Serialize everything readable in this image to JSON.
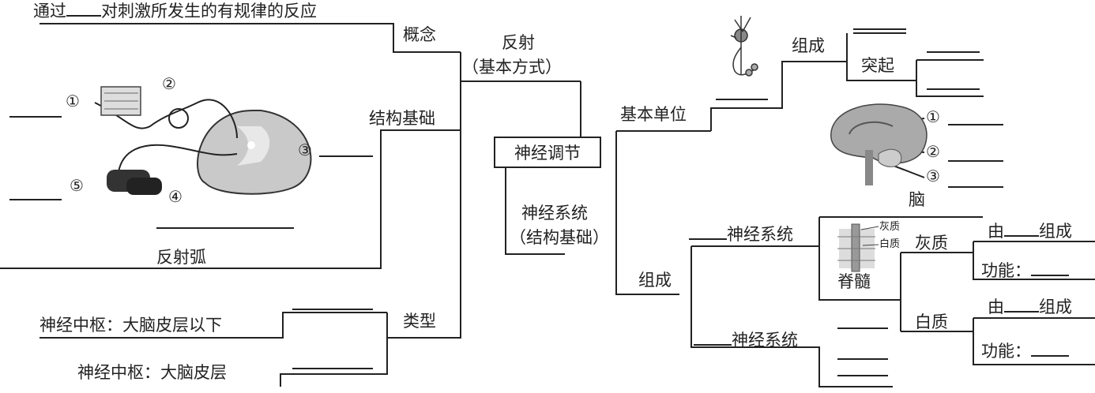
{
  "top_text": {
    "prefix": "通过",
    "suffix": "对刺激所发生的有规律的反应"
  },
  "center": {
    "label": "神经调节"
  },
  "reflex": {
    "title": "反射",
    "subtitle": "（基本方式）"
  },
  "concept": {
    "label": "概念"
  },
  "structure_basis": {
    "label": "结构基础"
  },
  "reflex_arc": {
    "label": "反射弧"
  },
  "reflex_arc_markers": {
    "m1": "①",
    "m2": "②",
    "m3": "③",
    "m4": "④",
    "m5": "⑤"
  },
  "types": {
    "label": "类型",
    "items": [
      "神经中枢：大脑皮层以下",
      "神经中枢：大脑皮层"
    ]
  },
  "nervous_system": {
    "title": "神经系统",
    "subtitle": "（结构基础）"
  },
  "basic_unit": {
    "label": "基本单位",
    "composition": "组成",
    "process": "突起"
  },
  "brain": {
    "label": "脑",
    "markers": [
      "①",
      "②",
      "③"
    ]
  },
  "composition": {
    "label": "组成",
    "central_system": "神经系统",
    "peripheral_system": "神经系统",
    "spinal_cord": "脊髓",
    "inset_gray": "灰质",
    "inset_white": "白质"
  },
  "gray_matter": {
    "label": "灰质",
    "made_of_prefix": "由",
    "made_of_suffix": "组成",
    "function": "功能："
  },
  "white_matter": {
    "label": "白质",
    "made_of_prefix": "由",
    "made_of_suffix": "组成",
    "function": "功能："
  }
}
